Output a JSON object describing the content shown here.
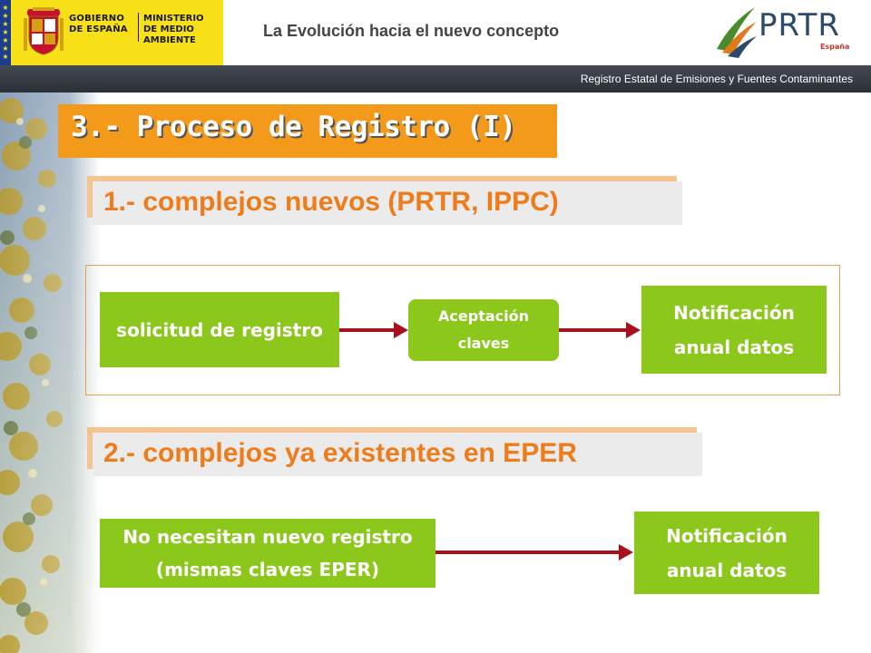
{
  "header": {
    "gov_line1": "GOBIERNO",
    "gov_line2": "DE ESPAÑA",
    "ministry_line1": "MINISTERIO",
    "ministry_line2": "DE MEDIO AMBIENTE",
    "title": "La Evolución hacia el nuevo concepto",
    "logo_text": "PRTR",
    "logo_sub": "España",
    "strip_text": "Registro Estatal de Emisiones y Fuentes Contaminantes"
  },
  "slide": {
    "title": "3.- Proceso de Registro (I)",
    "section1": {
      "heading": "1.- complejos nuevos (PRTR, IPPC)",
      "step1": "solicitud de registro",
      "step2_line1": "Aceptación",
      "step2_line2": "claves",
      "step3_line1": "Notificación",
      "step3_line2": "anual datos"
    },
    "section2": {
      "heading": "2.- complejos ya existentes en EPER",
      "step1_line1": "No necesitan nuevo registro",
      "step1_line2": "(mismas claves EPER)",
      "step2_line1": "Notificación",
      "step2_line2": "anual datos"
    }
  },
  "colors": {
    "accent_orange": "#f39a1a",
    "heading_orange": "#ef7c1a",
    "step_green": "#8cc71b",
    "arrow_red": "#a8101c"
  }
}
